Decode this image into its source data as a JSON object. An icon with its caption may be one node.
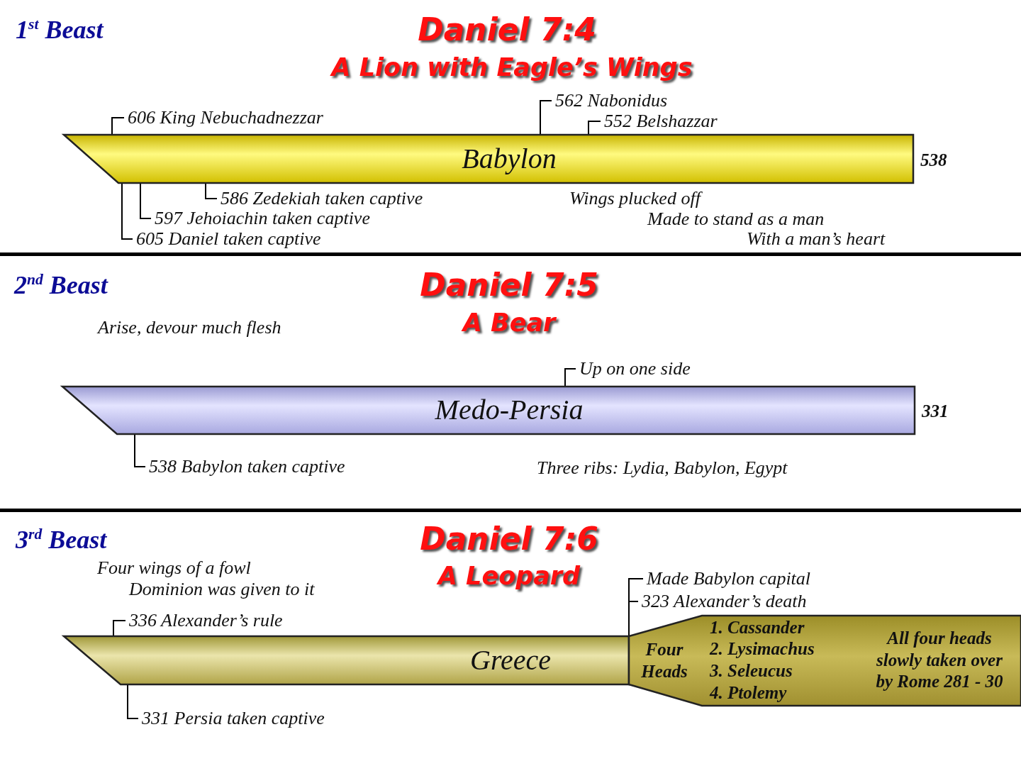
{
  "diagram": {
    "nodes": [
      {
        "text": [
          "Babylon"
        ],
        "beside": [
          "538"
        ]
      },
      {
        "text": [
          "606 King Nebuchadnezzar"
        ]
      },
      {
        "text": [
          "562 Nabonidus"
        ]
      },
      {
        "text": [
          "552 Belshazzar"
        ]
      },
      {
        "text": [
          "586 Zedekiah taken captive"
        ]
      },
      {
        "text": [
          "597 Jehoiachin taken captive"
        ]
      },
      {
        "text": [
          "605 Daniel taken captive"
        ]
      },
      {
        "text": [
          "Medo-Persia"
        ],
        "beside": [
          "331"
        ]
      },
      {
        "text": [
          "Up on one side"
        ]
      },
      {
        "text": [
          "538 Babylon taken captive"
        ]
      },
      {
        "text": [
          "Greece"
        ]
      },
      {
        "text": [
          "Four Heads",
          "1. Cassander",
          "2. Lysimachus",
          "3. Seleucus",
          "4. Ptolemy",
          "All four heads slowly taken over by Rome 281 - 30"
        ]
      },
      {
        "text": [
          "336 Alexander’s rule"
        ]
      },
      {
        "text": [
          "331 Persia taken captive"
        ]
      },
      {
        "text": [
          "Made Babylon capital"
        ]
      },
      {
        "text": [
          "323 Alexander’s death"
        ]
      }
    ],
    "edges": [
      {
        "from": 1,
        "to": 0,
        "arrow": "none"
      },
      {
        "from": 2,
        "to": 0,
        "arrow": "none"
      },
      {
        "from": 3,
        "to": 0,
        "arrow": "none"
      },
      {
        "from": 4,
        "to": 0,
        "arrow": "none"
      },
      {
        "from": 5,
        "to": 0,
        "arrow": "none"
      },
      {
        "from": 6,
        "to": 0,
        "arrow": "none"
      },
      {
        "from": 8,
        "to": 7,
        "arrow": "none"
      },
      {
        "from": 9,
        "to": 7,
        "arrow": "none"
      },
      {
        "from": 12,
        "to": 10,
        "arrow": "none"
      },
      {
        "from": 13,
        "to": 10,
        "arrow": "none"
      },
      {
        "from": 14,
        "to": 10,
        "arrow": "none"
      },
      {
        "from": 15,
        "to": 10,
        "arrow": "none"
      }
    ],
    "labels": [
      "1$^{st}$ Beast",
      "Daniel 7:4",
      "A Lion with Eagle’s Wings",
      "Wings plucked off",
      "Made to stand as a man",
      "With a man’s heart",
      "2$^{nd}$ Beast",
      "Daniel 7:5",
      "A Bear",
      "Arise, devour much flesh",
      "Three ribs: Lydia, Babylon, Egypt",
      "3$^{rd}$ Beast",
      "Daniel 7:6",
      "A Leopard",
      "Four wings of a fowl",
      "Dominion was given to it"
    ]
  }
}
